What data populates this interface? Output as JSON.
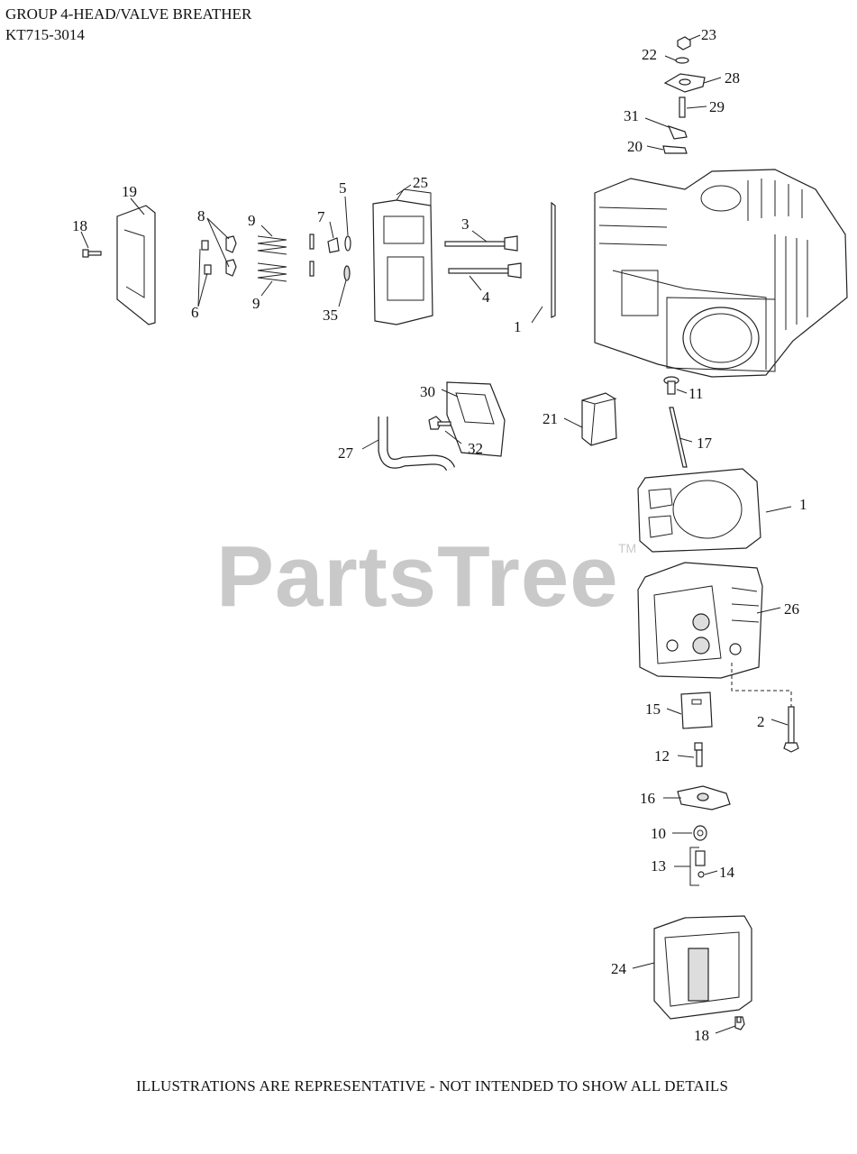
{
  "header": {
    "group_title": "GROUP 4-HEAD/VALVE BREATHER",
    "model": "KT715-3014"
  },
  "watermark": {
    "brand": "PartsTree",
    "mark": "TM"
  },
  "footer": {
    "note": "ILLUSTRATIONS ARE REPRESENTATIVE - NOT INTENDED TO SHOW ALL DETAILS"
  },
  "callouts": [
    "23",
    "22",
    "28",
    "29",
    "31",
    "20",
    "19",
    "18",
    "8",
    "9",
    "7",
    "5",
    "25",
    "3",
    "6",
    "9",
    "35",
    "4",
    "1",
    "11",
    "30",
    "21",
    "17",
    "27",
    "32",
    "1",
    "26",
    "15",
    "2",
    "12",
    "16",
    "10",
    "13",
    "14",
    "24",
    "18"
  ]
}
